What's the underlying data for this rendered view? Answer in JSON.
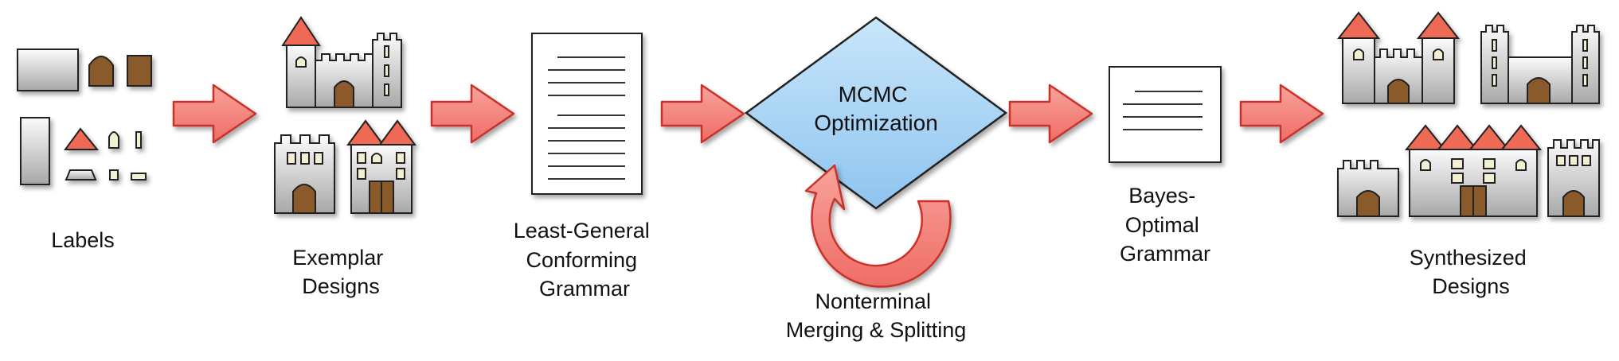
{
  "stages": [
    {
      "id": "labels",
      "caption": [
        "Labels"
      ]
    },
    {
      "id": "exemplar",
      "caption": [
        "Exemplar",
        "Designs"
      ]
    },
    {
      "id": "lgcg",
      "caption": [
        "Least-General",
        "Conforming",
        "Grammar"
      ]
    },
    {
      "id": "mcmc",
      "caption": [
        "MCMC",
        "Optimization"
      ]
    },
    {
      "id": "loop",
      "caption": [
        "Nonterminal",
        "Merging & Splitting"
      ]
    },
    {
      "id": "bayes",
      "caption": [
        "Bayes-",
        "Optimal",
        "Grammar"
      ]
    },
    {
      "id": "synth",
      "caption": [
        "Synthesized",
        "Designs"
      ]
    }
  ],
  "colors": {
    "arrow_fill": "#f27b74",
    "arrow_stroke": "#c9302a",
    "diamond_fill": "#a6d3f3",
    "roof": "#ef6a55",
    "door": "#8a5a2b",
    "window": "#f3efd2",
    "wall_light": "#fbfbfb",
    "wall_dark": "#a8a8a8"
  },
  "icons": [
    "block-arrow-icon",
    "castle-icon",
    "document-icon",
    "diamond-icon",
    "cycle-arrow-icon"
  ]
}
